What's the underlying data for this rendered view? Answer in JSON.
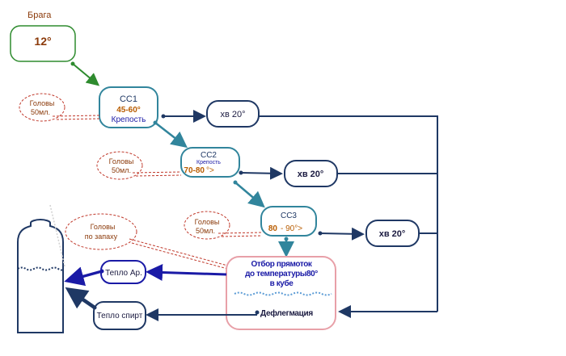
{
  "colors": {
    "green": "#2e8b2e",
    "navy": "#1f3864",
    "teal": "#31859c",
    "blue_line": "#1a1aa6",
    "brown": "#8b3a0a",
    "orange_text": "#b85c00",
    "red_dash": "#c0392b",
    "pink_box": "#e8a0a8",
    "dark_text": "#1a1a40"
  },
  "brage": {
    "label": "Брага",
    "temp": "12°"
  },
  "cc1": {
    "title": "СС1",
    "range": "45-60°",
    "note": "Крепость"
  },
  "cc2": {
    "title": "СС2",
    "note": "Крепость",
    "range": "70-80",
    "suffix": "°>"
  },
  "cc3": {
    "title": "СС3",
    "range_a": "80",
    "range_b": "- 90°>"
  },
  "coolers": [
    "хв 20°",
    "хв 20°",
    "хв 20°"
  ],
  "heads": [
    {
      "line1": "Головы",
      "line2": "50мл."
    },
    {
      "line1": "Головы",
      "line2": "50мл."
    },
    {
      "line1": "Головы",
      "line2": "по запаху"
    },
    {
      "line1": "Головы",
      "line2": "50мл."
    }
  ],
  "final_box": {
    "line1": "Отбор прямоток",
    "line2": "до температуры80°",
    "line3": "в кубе",
    "deflegmation": "Дефлегмация"
  },
  "teplo_ar": "Тепло  Ар.",
  "teplo_spirit": "Тепло спирт"
}
